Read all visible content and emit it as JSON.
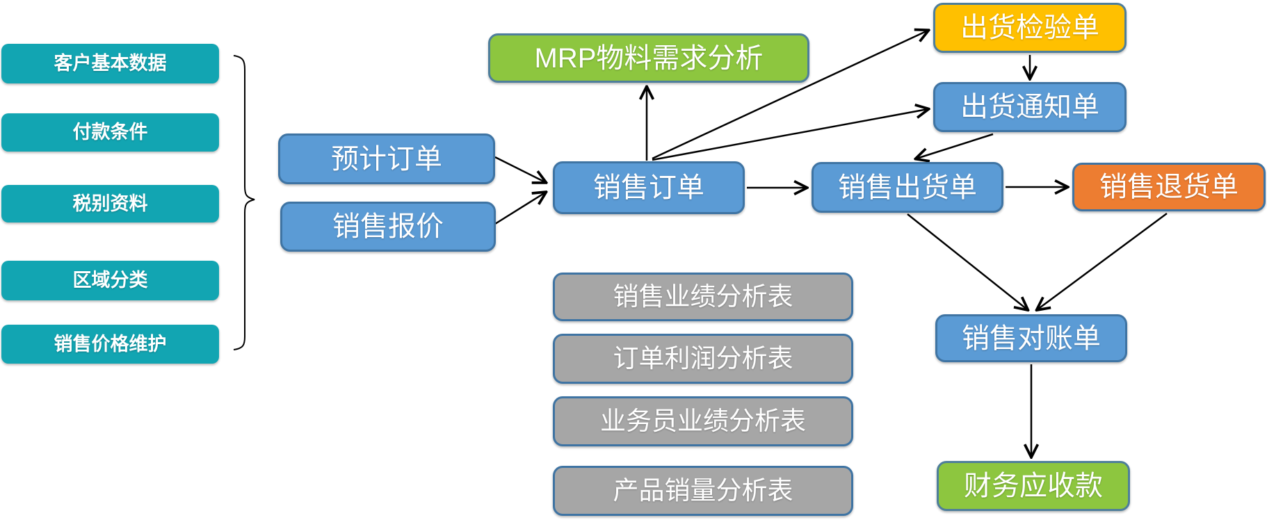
{
  "diagram_type": "sales-process-flowchart",
  "colors": {
    "teal": "#12A5B2",
    "blue": "#5B9BD5",
    "blue_border": "#3F74A3",
    "green": "#8DC63F",
    "yellow": "#FFC000",
    "orange": "#ED7D31",
    "gray": "#A6A6A6",
    "outline": "#4E7E9B",
    "arrow": "#000000",
    "text": "#FFFFFF"
  },
  "master_data": {
    "items": [
      {
        "label": "客户基本数据"
      },
      {
        "label": "付款条件"
      },
      {
        "label": "税别资料"
      },
      {
        "label": "区域分类"
      },
      {
        "label": "销售价格维护"
      }
    ]
  },
  "nodes": {
    "forecast_order": {
      "label": "预计订单",
      "color": "blue"
    },
    "sales_quotation": {
      "label": "销售报价",
      "color": "blue"
    },
    "sales_order": {
      "label": "销售订单",
      "color": "blue"
    },
    "mrp_analysis": {
      "label": "MRP物料需求分析",
      "color": "green"
    },
    "shipment_inspection": {
      "label": "出货检验单",
      "color": "yellow"
    },
    "shipment_notice": {
      "label": "出货通知单",
      "color": "blue"
    },
    "sales_shipment": {
      "label": "销售出货单",
      "color": "blue"
    },
    "sales_return": {
      "label": "销售退货单",
      "color": "orange"
    },
    "sales_statement": {
      "label": "销售对账单",
      "color": "blue"
    },
    "finance_receivable": {
      "label": "财务应收款",
      "color": "green"
    }
  },
  "reports": {
    "items": [
      {
        "label": "销售业绩分析表"
      },
      {
        "label": "订单利润分析表"
      },
      {
        "label": "业务员业绩分析表"
      },
      {
        "label": "产品销量分析表"
      }
    ]
  },
  "edges": [
    {
      "from": "forecast_order",
      "to": "sales_order"
    },
    {
      "from": "sales_quotation",
      "to": "sales_order"
    },
    {
      "from": "sales_order",
      "to": "mrp_analysis"
    },
    {
      "from": "sales_order",
      "to": "shipment_inspection"
    },
    {
      "from": "sales_order",
      "to": "shipment_notice"
    },
    {
      "from": "shipment_inspection",
      "to": "shipment_notice"
    },
    {
      "from": "shipment_notice",
      "to": "sales_shipment"
    },
    {
      "from": "sales_order",
      "to": "sales_shipment"
    },
    {
      "from": "sales_shipment",
      "to": "sales_return"
    },
    {
      "from": "sales_shipment",
      "to": "sales_statement"
    },
    {
      "from": "sales_return",
      "to": "sales_statement"
    },
    {
      "from": "sales_statement",
      "to": "finance_receivable"
    }
  ],
  "grouping": {
    "brace_target": "master_data items grouped toward 预计订单/销售报价"
  }
}
